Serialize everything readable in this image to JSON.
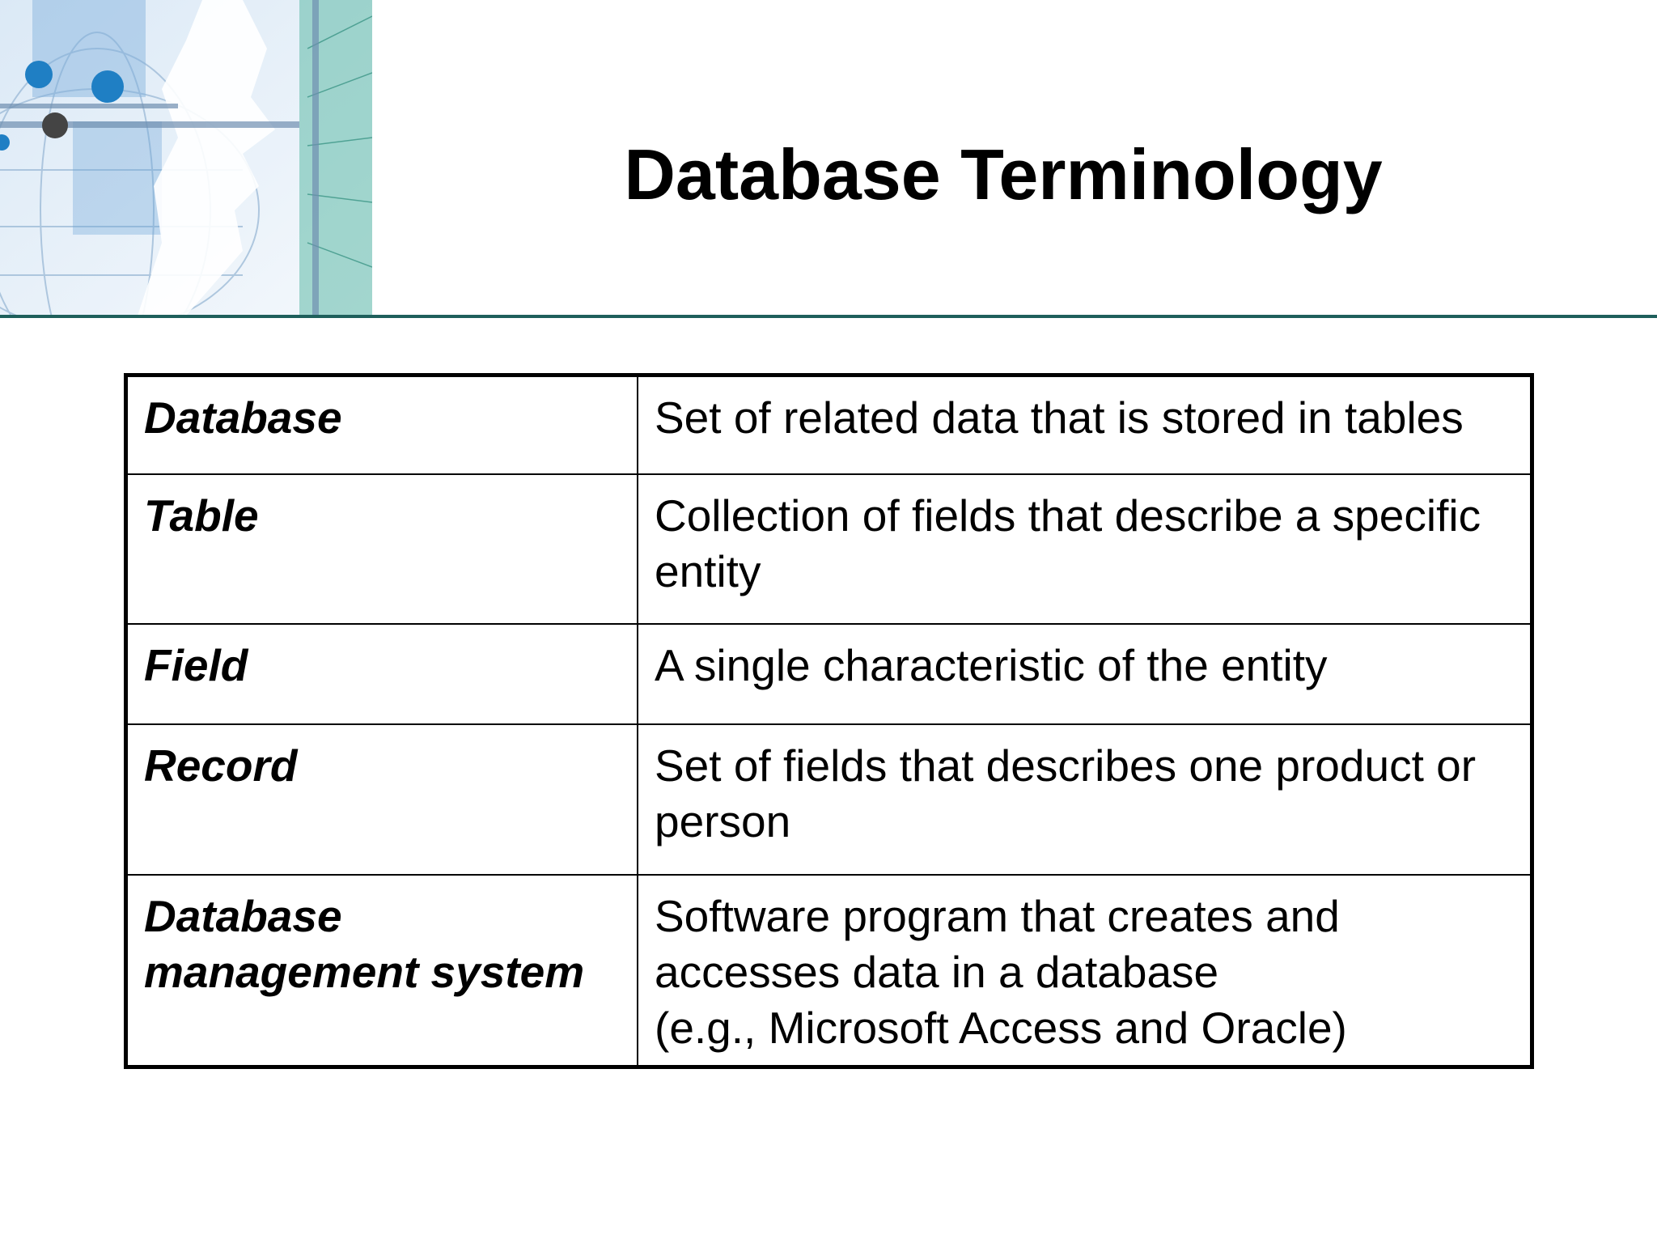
{
  "slide": {
    "title": "Database Terminology"
  },
  "table": {
    "rows": [
      {
        "term": "Database",
        "definition": "Set of related data that is stored in tables"
      },
      {
        "term": "Table",
        "definition": "Collection of fields that describe a specific entity"
      },
      {
        "term": "Field",
        "definition": "A single characteristic of the entity"
      },
      {
        "term": "Record",
        "definition": "Set of fields that describes one product or person"
      },
      {
        "term": "Database management system",
        "definition": "Software program that creates and accesses data in a database\n(e.g., Microsoft Access and Oracle)"
      }
    ]
  },
  "colors": {
    "accent_rule": "#1e5f5b",
    "art_blue": "#4a90c8",
    "art_teal": "#5fb9a8"
  }
}
